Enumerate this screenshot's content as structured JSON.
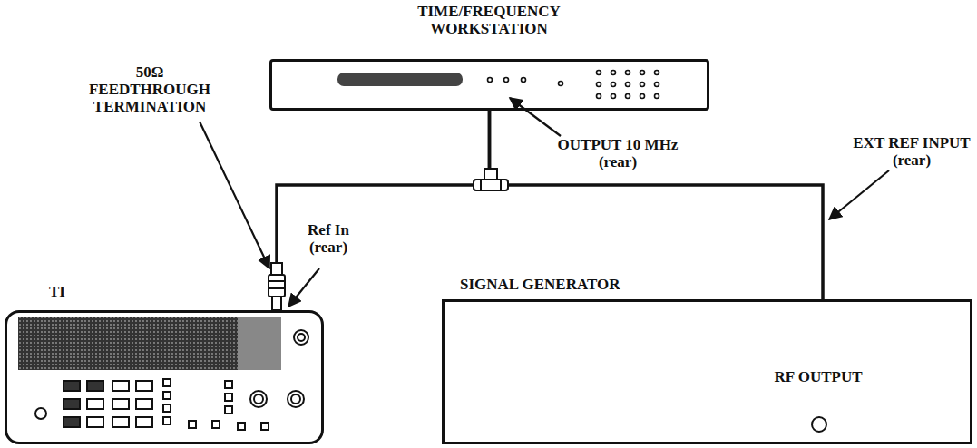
{
  "diagram": {
    "nodes": [
      {
        "text": [
          "TIME/FREQUENCY WORKSTATION"
        ]
      },
      {
        "text": [
          "TI"
        ]
      },
      {
        "text": [
          "SIGNAL GENERATOR",
          "RF OUTPUT"
        ]
      }
    ],
    "edges": [
      {
        "from": 0,
        "to": 1,
        "arrow": "none"
      },
      {
        "from": 0,
        "to": 2,
        "arrow": "none"
      }
    ],
    "labels": [
      "OUTPUT 10 MHz (rear)",
      "50Ω FEEDTHROUGH TERMINATION",
      "Ref In (rear)",
      "EXT REF INPUT (rear)"
    ]
  }
}
